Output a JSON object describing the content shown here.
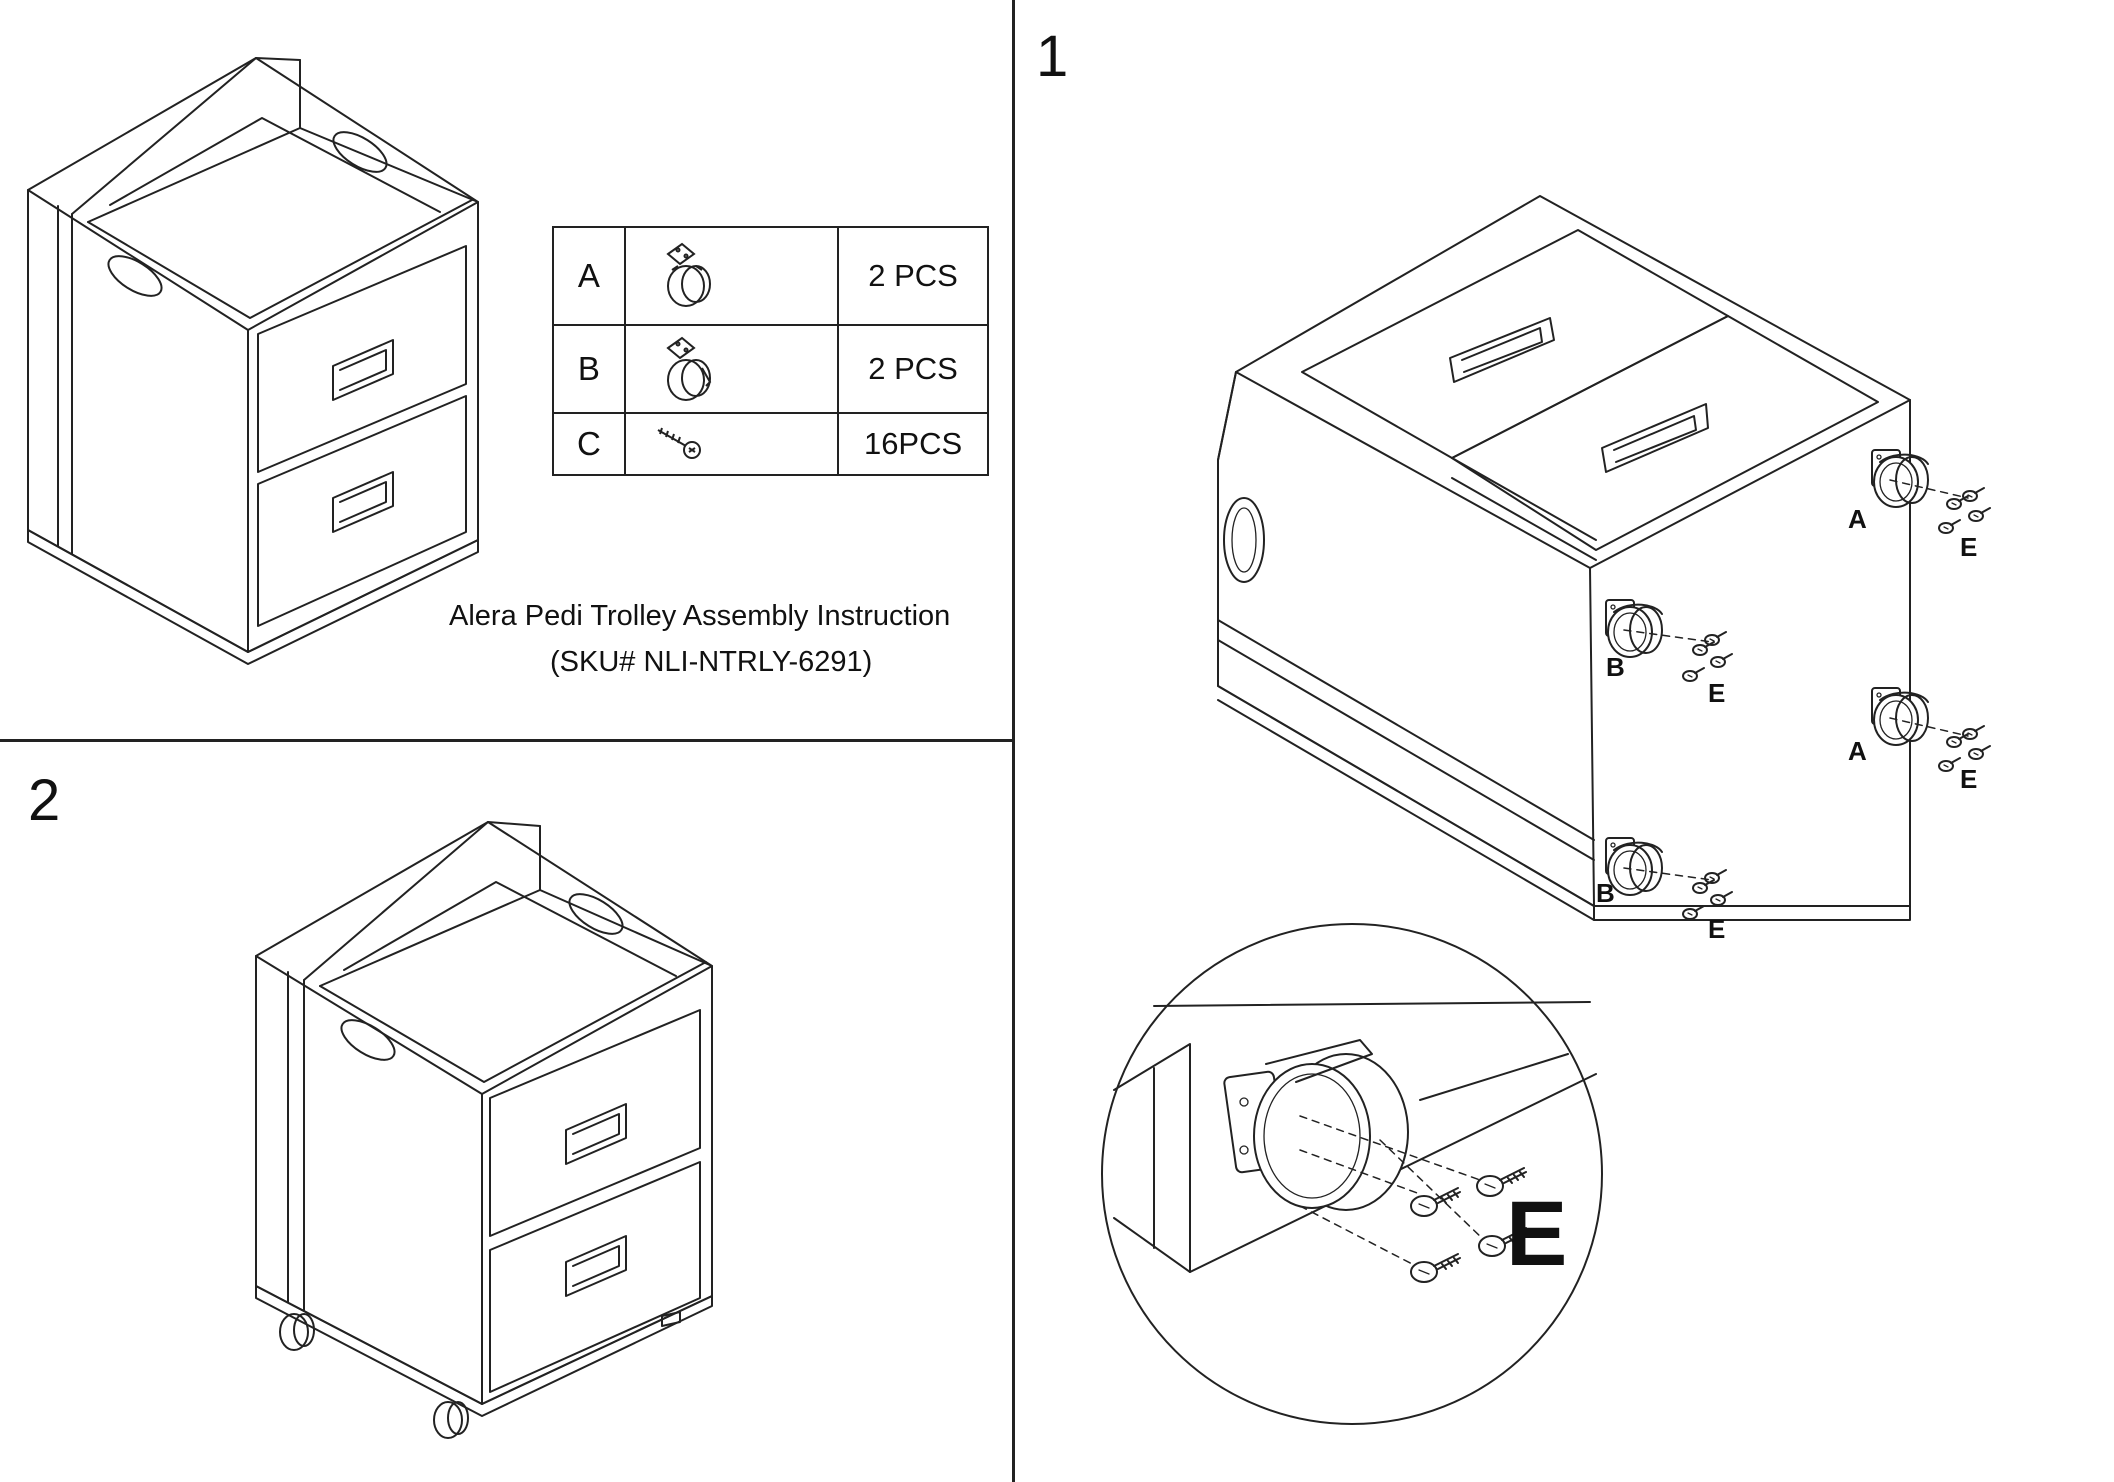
{
  "title": {
    "line1": "Alera Pedi Trolley Assembly Instruction",
    "line2": "(SKU# NLI-NTRLY-6291)"
  },
  "parts_table": [
    {
      "letter": "A",
      "icon": "caster-wheel-icon",
      "qty": "2  PCS"
    },
    {
      "letter": "B",
      "icon": "caster-wheel-brake-icon",
      "qty": "2  PCS"
    },
    {
      "letter": "C",
      "icon": "screw-icon",
      "qty": "16PCS"
    }
  ],
  "steps": {
    "step1": "1",
    "step2": "2"
  },
  "callouts": {
    "a": "A",
    "b": "B",
    "e": "E"
  }
}
